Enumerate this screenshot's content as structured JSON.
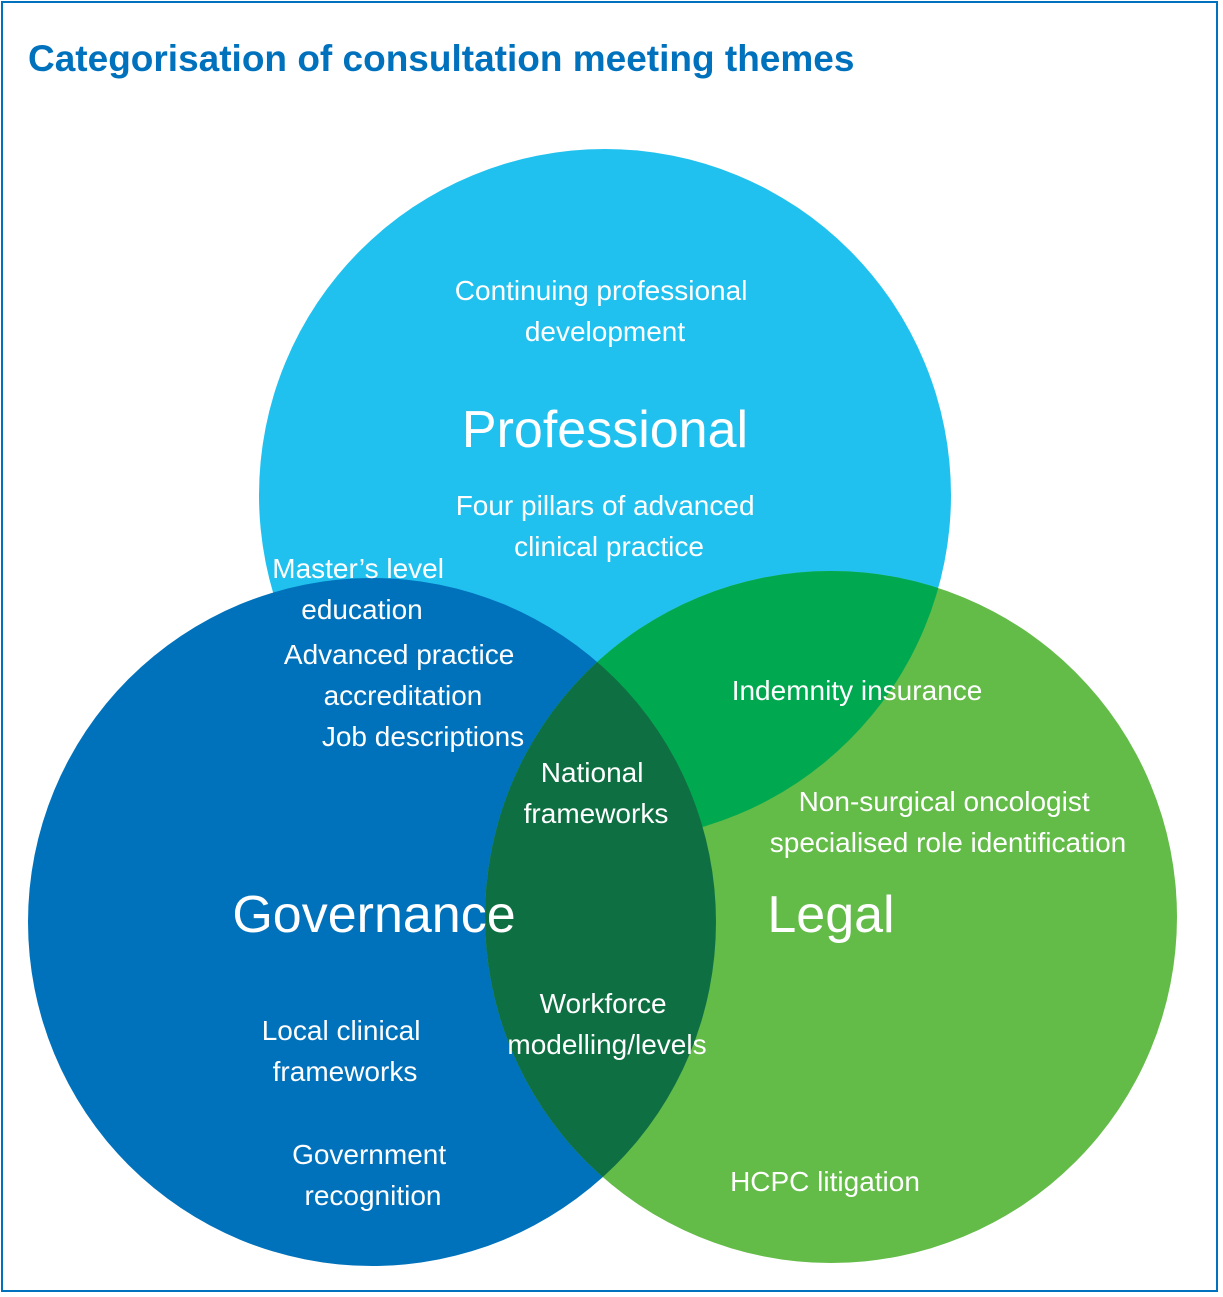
{
  "title": "Categorisation of consultation meeting themes",
  "colors": {
    "professional": "#21c1ef",
    "governance": "#0072bc",
    "legal": "#63bb48",
    "professional_legal_overlap": "#00a94f",
    "governance_legal_overlap": "#0e7042",
    "border": "#0071bc",
    "text": "#ffffff"
  },
  "categories": {
    "professional": "Professional",
    "governance": "Governance",
    "legal": "Legal"
  },
  "themes": {
    "cpd": [
      "Continuing professional",
      "development"
    ],
    "four_pillars": [
      "Four pillars of advanced",
      "clinical practice"
    ],
    "masters": [
      "Master’s level",
      "education"
    ],
    "accreditation": [
      "Advanced practice",
      "accreditation"
    ],
    "job_descriptions": [
      "Job descriptions"
    ],
    "national_frameworks": [
      "National",
      "frameworks"
    ],
    "indemnity": [
      "Indemnity insurance"
    ],
    "non_surgical": [
      "Non-surgical oncologist",
      "specialised role identification"
    ],
    "workforce": [
      "Workforce",
      "modelling/levels"
    ],
    "local_frameworks": [
      "Local clinical",
      "frameworks"
    ],
    "government": [
      "Government",
      "recognition"
    ],
    "hcpc": [
      "HCPC litigation"
    ]
  }
}
